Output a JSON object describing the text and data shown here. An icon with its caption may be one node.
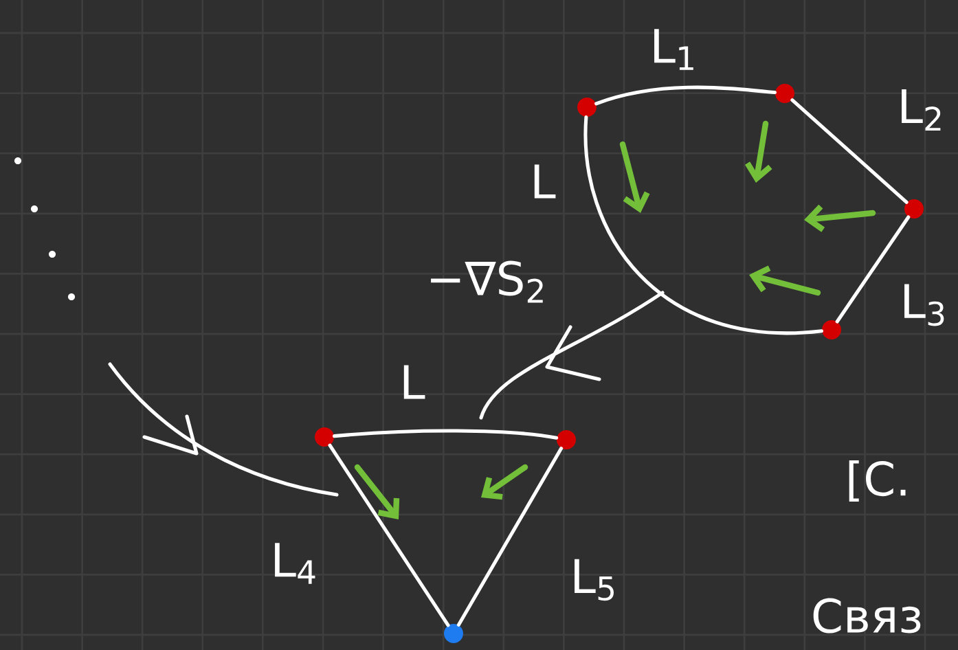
{
  "diagram": {
    "nodes": [
      {
        "text": [],
        "shape": "circle"
      },
      {
        "text": [],
        "shape": "circle"
      },
      {
        "text": [],
        "shape": "circle"
      },
      {
        "text": [],
        "shape": "circle"
      },
      {
        "text": [],
        "shape": "circle"
      },
      {
        "text": [],
        "shape": "circle"
      },
      {
        "text": [],
        "shape": "circle"
      }
    ],
    "edges": [
      {
        "from": 0,
        "to": 1,
        "arrow": "none",
        "label": "L$_{1}$"
      },
      {
        "from": 1,
        "to": 2,
        "arrow": "none",
        "label": "L$_{2}$"
      },
      {
        "from": 2,
        "to": 3,
        "arrow": "none",
        "label": "L$_{3}$"
      },
      {
        "from": 3,
        "to": 0,
        "arrow": "none",
        "label": "L"
      },
      {
        "from": 4,
        "to": 5,
        "arrow": "none",
        "label": "L"
      },
      {
        "from": 5,
        "to": 6,
        "arrow": "none",
        "label": "L$_{5}$"
      },
      {
        "from": 4,
        "to": 6,
        "arrow": "none",
        "label": "L$_{4}$"
      }
    ],
    "labels": [
      "−∇S$_{2}$",
      "[С.",
      "Связ"
    ]
  }
}
